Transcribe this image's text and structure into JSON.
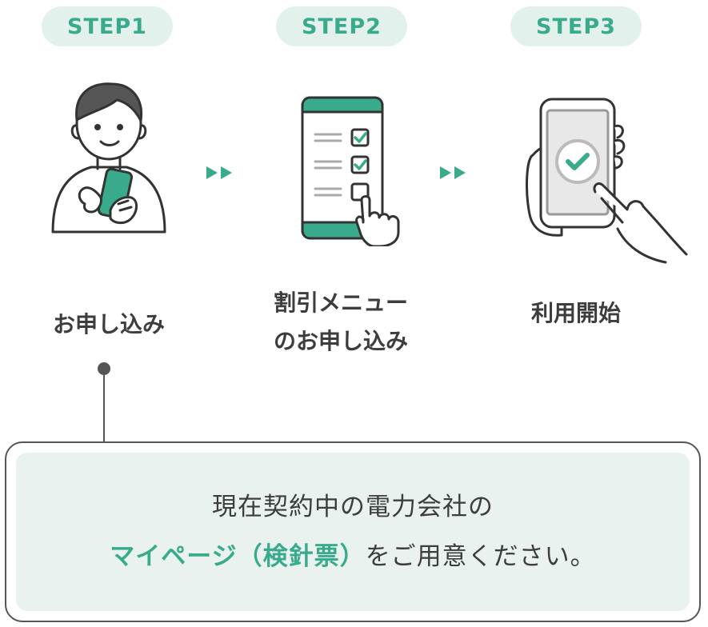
{
  "steps": [
    {
      "badge": "STEP1",
      "label_lines": [
        "お申し込み"
      ]
    },
    {
      "badge": "STEP2",
      "label_lines": [
        "割引メニュー",
        "のお申し込み"
      ]
    },
    {
      "badge": "STEP3",
      "label_lines": [
        "利用開始"
      ]
    }
  ],
  "info": {
    "line1": "現在契約中の電力会社の",
    "line2_highlight": "マイページ（検針票）",
    "line2_rest": "をご用意ください。"
  },
  "colors": {
    "accent": "#3aaa8c",
    "badge_bg": "#e3f1ec",
    "box_bg": "#e9f2ee",
    "text": "#3d3d3d"
  },
  "icons": [
    "person-with-phone-icon",
    "checklist-phone-icon",
    "phone-check-tap-icon",
    "double-arrow-icon"
  ]
}
